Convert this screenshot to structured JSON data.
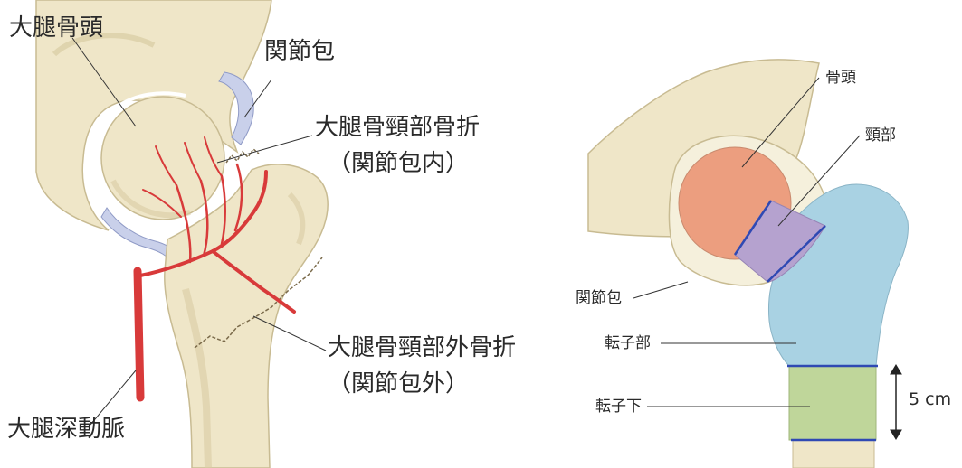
{
  "left_figure": {
    "femoral_head": "大腿骨頭",
    "joint_capsule": "関節包",
    "intracapsular_fracture": "大腿骨頸部骨折",
    "intracapsular_note": "（関節包内）",
    "extracapsular_fracture": "大腿骨頸部外骨折",
    "extracapsular_note": "（関節包外）",
    "deep_femoral_artery": "大腿深動脈"
  },
  "right_figure": {
    "head": "骨頭",
    "neck": "頸部",
    "joint_capsule": "関節包",
    "trochanteric": "転子部",
    "subtrochanteric": "転子下",
    "distance": "5 cm"
  },
  "colors": {
    "bone": "#efe6c8",
    "bone_shadow": "#d9cca3",
    "capsule": "#c9d0ea",
    "artery": "#d83a3a",
    "head_region": "#ec9e7f",
    "neck_region": "#b5a2cf",
    "trochanter_region": "#a9d2e3",
    "subtrochanter_region": "#bfd69a",
    "boundary_line": "#2f49b3"
  }
}
